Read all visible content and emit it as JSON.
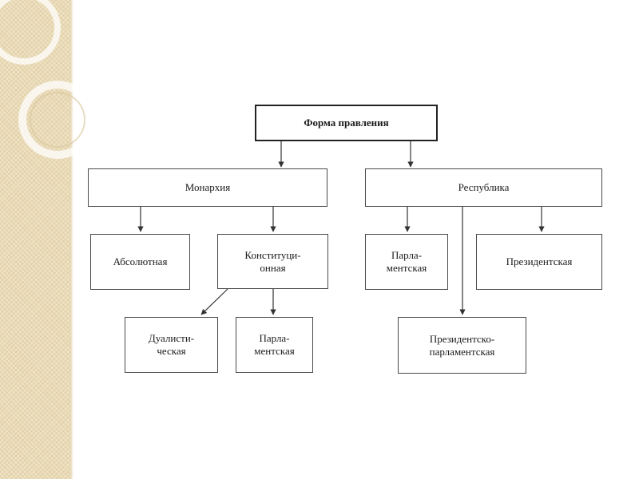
{
  "diagram": {
    "root": {
      "label": "Форма правления"
    },
    "monarchy": {
      "label": "Монархия"
    },
    "republic": {
      "label": "Республика"
    },
    "absolute": {
      "label": "Абсолютная"
    },
    "constitutional": {
      "label": "Конституци-\nонная"
    },
    "dualistic": {
      "label": "Дуалисти-\nческая"
    },
    "parliamentary_monarchy": {
      "label": "Парла-\nментская"
    },
    "parliamentary_republic": {
      "label": "Парла-\nментская"
    },
    "presidential": {
      "label": "Президентская"
    },
    "presidential_parliamentary": {
      "label": "Президентско-\nпарламентская"
    }
  },
  "colors": {
    "sidebar": "#eadbb6",
    "border": "#4a4a4a",
    "text": "#1a1a1a"
  }
}
